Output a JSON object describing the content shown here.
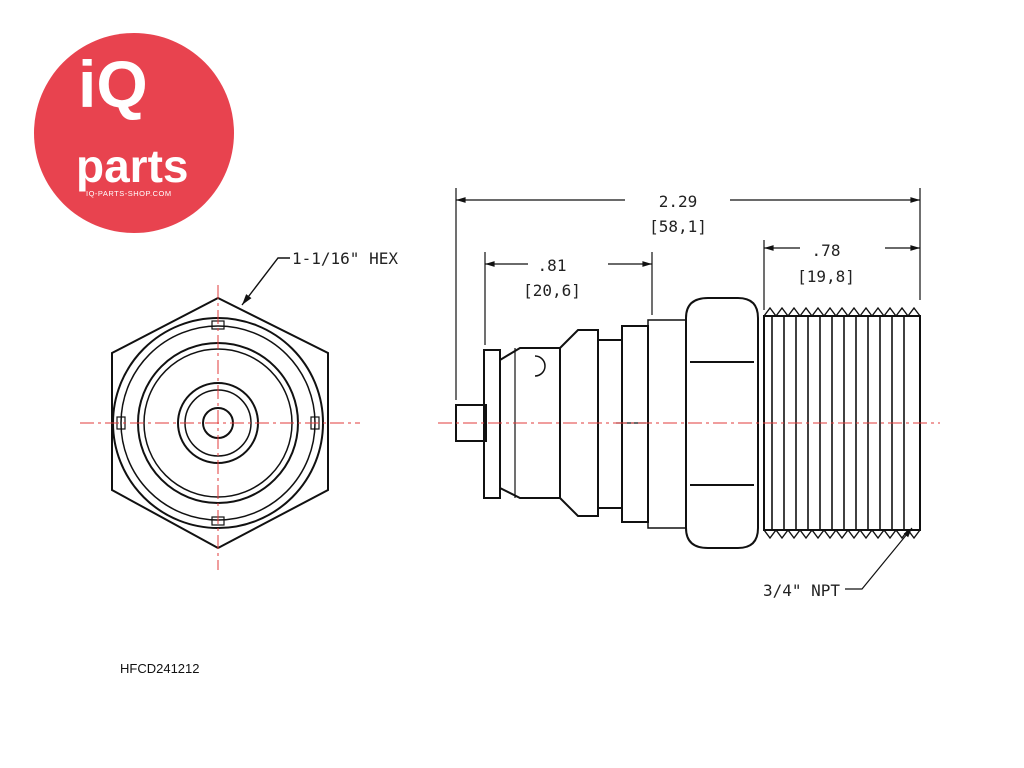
{
  "logo": {
    "brand_top": "iQ",
    "brand_bottom": "parts",
    "website": "IQ-PARTS-SHOP.COM",
    "color": "#e8434f"
  },
  "drawing": {
    "hex_callout": "1-1/16\" HEX",
    "overall_length_in": "2.29",
    "overall_length_mm": "[58,1]",
    "left_length_in": ".81",
    "left_length_mm": "[20,6]",
    "thread_length_in": ".78",
    "thread_length_mm": "[19,8]",
    "thread_callout": "3/4\" NPT",
    "centerline_color": "#e23b3b"
  },
  "part_number": "HFCD241212"
}
